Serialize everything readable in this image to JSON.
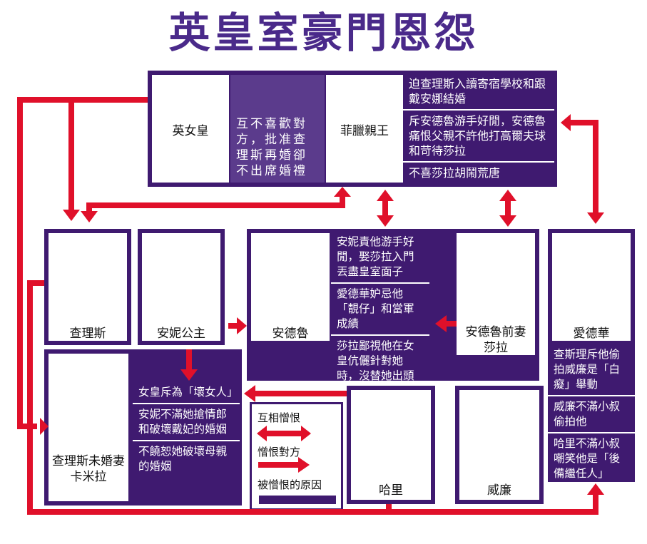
{
  "title": "英皇室豪門恩怨",
  "people": {
    "queen": "英女皇",
    "philip": "菲臘親王",
    "charles": "查理斯",
    "anne": "安妮公主",
    "andrew": "安德魯",
    "andrew_ex": "安德魯前妻\n莎拉",
    "edward": "愛德華",
    "camilla": "查理斯未婚妻\n卡米拉",
    "harry": "哈里",
    "william": "威廉"
  },
  "reasons": {
    "queen": "互不喜歡對方，批准查理斯再婚卻不出席婚禮",
    "philip": [
      "迫查理斯入讀寄宿學校和跟戴安娜結婚",
      "斥安德魯游手好閒，安德魯痛恨父親不許他打高爾夫球和苛待莎拉",
      "不喜莎拉胡鬧荒唐"
    ],
    "andrew": [
      "安妮責他游手好閒，娶莎拉入門丟盡皇室面子",
      "愛德華妒忌他「靚仔」和當軍成績",
      "莎拉鄙視他在女皇伉儷針對她時，沒替她出頭"
    ],
    "edward": [
      "查斯理斥他偷拍威廉是「白癡」舉動",
      "威廉不滿小叔偷拍他",
      "哈里不滿小叔嘲笑他是「後備繼任人」"
    ],
    "camilla": [
      "女皇斥為「壞女人」",
      "安妮不滿她搶情郎和破壞戴妃的婚姻",
      "不饒恕她破壞母親的婚姻"
    ]
  },
  "legend": {
    "mutual": "互相憎恨",
    "one_way": "憎恨對方",
    "reason": "被憎恨的原因"
  },
  "colors": {
    "purple": "#3f1a70",
    "light_purple": "#5b3b8c",
    "red": "#e0102a"
  }
}
